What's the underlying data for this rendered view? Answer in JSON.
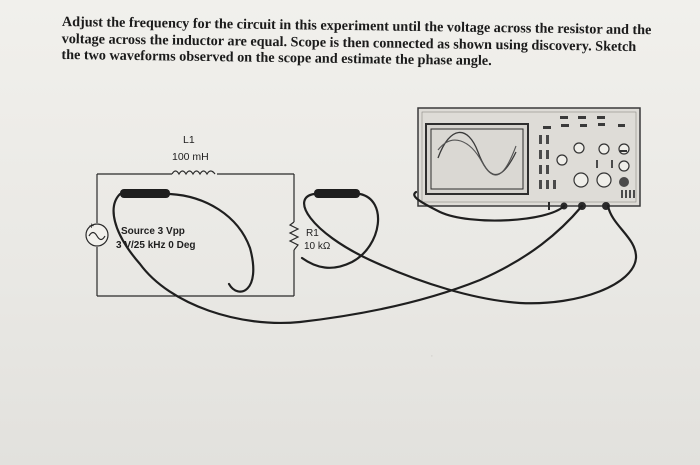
{
  "question": {
    "line1": "Adjust the frequency for the circuit in this experiment until the voltage across the resistor and the",
    "line2": "voltage across the inductor are equal. Scope is then connected as shown using discovery. Sketch",
    "line3": "the two waveforms observed on the scope and estimate the phase angle."
  },
  "circuit": {
    "inductor": {
      "name": "L1",
      "value": "100 mH"
    },
    "source": {
      "line1": "Source 3 Vpp",
      "line2": "3 V/25 kHz 0 Deg",
      "plus_sign": "+"
    },
    "resistor": {
      "name": "R1",
      "value": "10 kΩ"
    }
  },
  "colors": {
    "ink": "#1f1f1f",
    "paper": "#efeee9",
    "scope_body": "#dcdad5",
    "screen": "#d4d2cd"
  },
  "icons": [
    "ac-source-icon",
    "inductor-icon",
    "resistor-icon",
    "oscilloscope-icon",
    "probe-icon"
  ]
}
